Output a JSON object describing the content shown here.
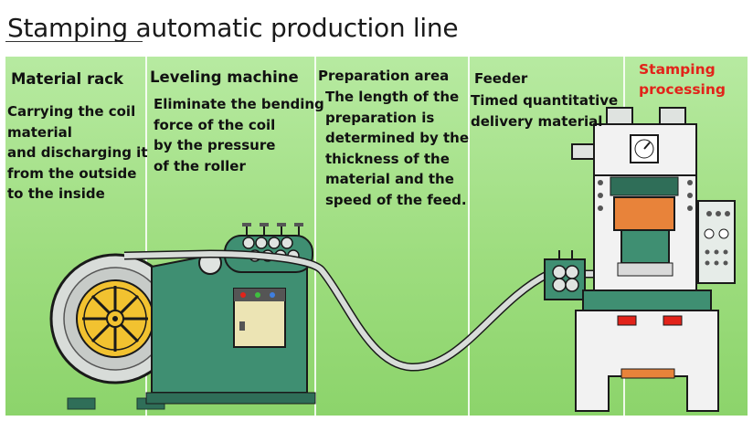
{
  "title": "Stamping automatic production line",
  "sections": [
    {
      "heading": "Material rack",
      "desc": "Carrying the coil\nmaterial\nand discharging it\nfrom the outside\nto the inside"
    },
    {
      "heading": "Leveling machine",
      "desc": "Eliminate the bending\nforce of the coil\nby the pressure\nof the roller"
    },
    {
      "heading": "Preparation area",
      "desc": "The length of the\npreparation is\ndetermined by the\nthickness of the\nmaterial and the\nspeed of the feed."
    },
    {
      "heading": "Feeder",
      "desc": "Timed quantitative\ndelivery material"
    },
    {
      "heading": "Stamping\nprocessing",
      "desc": ""
    }
  ],
  "colors": {
    "background_green": "#9edd7f",
    "machine_green": "#3f8f72",
    "coil_yellow": "#f2c230",
    "press_white": "#f2f2f2",
    "press_orange": "#e8833a",
    "accent_red": "#e2231a"
  },
  "icons": {
    "coil": "coil-icon",
    "leveler": "leveling-machine-icon",
    "feeder": "feeder-icon",
    "press": "punch-press-icon",
    "gauge": "gauge-icon"
  }
}
